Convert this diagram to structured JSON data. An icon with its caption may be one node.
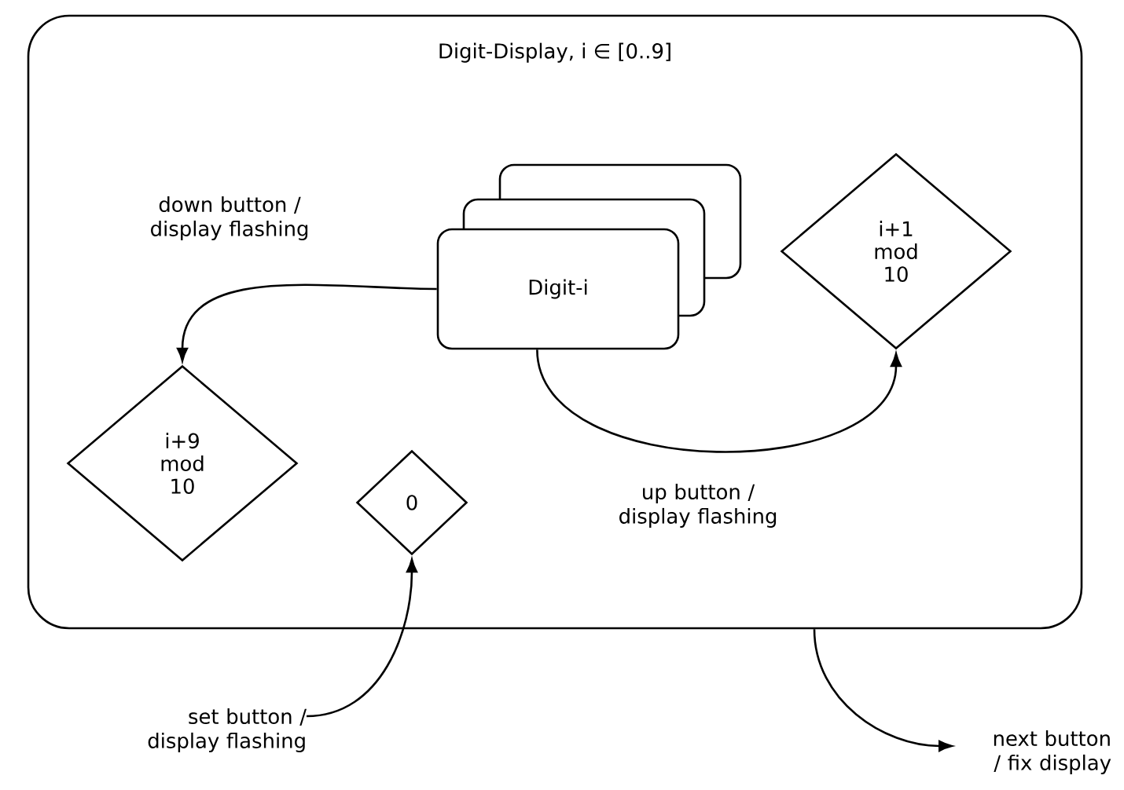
{
  "diagram": {
    "nodes": [
      {
        "text": [
          "Digit-Display, i ∈ [0..9]"
        ]
      },
      {
        "text": [
          "Digit-i"
        ],
        "in": 0
      },
      {
        "text": [
          "i+1 mod 10"
        ],
        "in": 0
      },
      {
        "text": [
          "i+9 mod 10"
        ],
        "in": 0
      },
      {
        "text": [
          "0"
        ],
        "in": 0
      }
    ],
    "edges": [
      {
        "from": 1,
        "to": 3,
        "arrow": "to",
        "label": "down button / display flashing"
      },
      {
        "from": 1,
        "to": 2,
        "arrow": "to",
        "label": "up button / display flashing"
      },
      {
        "from": null,
        "to": 4,
        "arrow": "to",
        "label": "set button / display flashing"
      },
      {
        "from": 0,
        "to": null,
        "arrow": "to",
        "label": "next button / fix display"
      }
    ]
  }
}
